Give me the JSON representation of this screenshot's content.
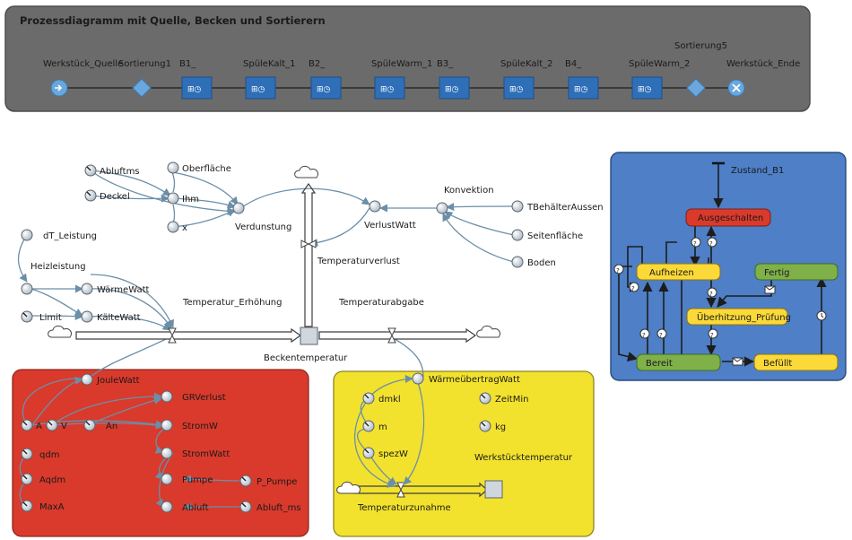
{
  "process": {
    "title": "Prozessdiagramm mit Quelle, Becken und Sortierern",
    "labels": [
      "Werkstück_Quelle",
      "Sortierung1",
      "B1_",
      "SpüleKalt_1",
      "B2_",
      "SpüleWarm_1",
      "B3_",
      "SpüleKalt_2",
      "B4_",
      "SpüleWarm_2",
      "Sortierung5",
      "Werkstück_Ende"
    ],
    "colors": {
      "panel": "#6b6b6b",
      "node": "#2f6fb8",
      "dot": "#6aa7dc"
    }
  },
  "model": {
    "top_vars": [
      "Abluftms",
      "Deckel",
      "Oberfläche",
      "Ihm",
      "x",
      "Verdunstung",
      "VerlustWatt",
      "Konvektion",
      "TBehälterAussen",
      "Seitenfläche",
      "Boden",
      "Temperaturverlust"
    ],
    "left_vars": [
      "dT_Leistung",
      "Heizleistung",
      "WärmeWatt",
      "KälteWatt",
      "Limit",
      "Temperatur_Erhöhung",
      "Temperaturabgabe",
      "Beckentemperatur"
    ],
    "red_box": {
      "color": "#d93a2c",
      "vars": [
        "JouleWatt",
        "GRVerlust",
        "A",
        "V",
        "An",
        "StromW",
        "qdm",
        "StromWatt",
        "Aqdm",
        "Pumpe",
        "MaxA",
        "Abluft",
        "P_Pumpe",
        "Abluft_ms"
      ]
    },
    "yellow_box": {
      "color": "#f2e22e",
      "vars": [
        "WärmeübertragWatt",
        "dmkl",
        "ZeitMin",
        "m",
        "kg",
        "spezW",
        "Werkstücktemperatur",
        "Temperaturzunahme"
      ]
    }
  },
  "statechart": {
    "color": "#4e7fc7",
    "initial_label": "Zustand_B1",
    "states": {
      "ausgeschalten": "Ausgeschalten",
      "aufheizen": "Aufheizen",
      "fertig": "Fertig",
      "ueberhitzung": "Überhitzung_Prüfung",
      "bereit": "Bereit",
      "befuellt": "Befüllt"
    },
    "state_colors": {
      "red": "#d93a2c",
      "yellow": "#fbd938",
      "green": "#7fb04a"
    }
  }
}
